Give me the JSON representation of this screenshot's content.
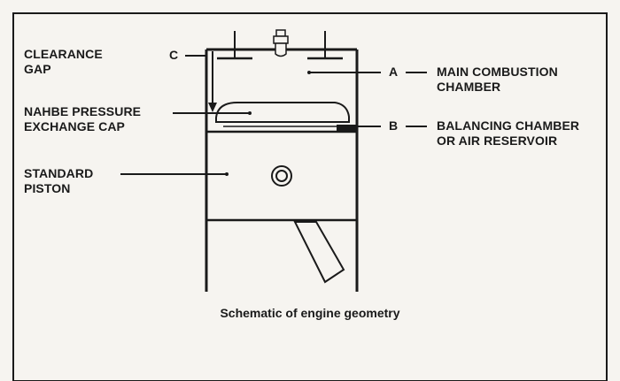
{
  "labels": {
    "clearance_gap": {
      "line1": "CLEARANCE",
      "line2": "GAP"
    },
    "nahbe_cap": {
      "line1": "NAHBE PRESSURE",
      "line2": "EXCHANGE CAP"
    },
    "standard_piston": {
      "line1": "STANDARD",
      "line2": "PISTON"
    },
    "marker_c": "C",
    "marker_a": "A",
    "marker_b": "B",
    "main_combustion": {
      "line1": "MAIN COMBUSTION",
      "line2": "CHAMBER"
    },
    "balancing_chamber": {
      "line1": "BALANCING CHAMBER",
      "line2": "OR AIR RESERVOIR"
    }
  },
  "caption": "Schematic of engine geometry",
  "colors": {
    "ink": "#1a1a1a",
    "paper": "#f6f4f0"
  }
}
